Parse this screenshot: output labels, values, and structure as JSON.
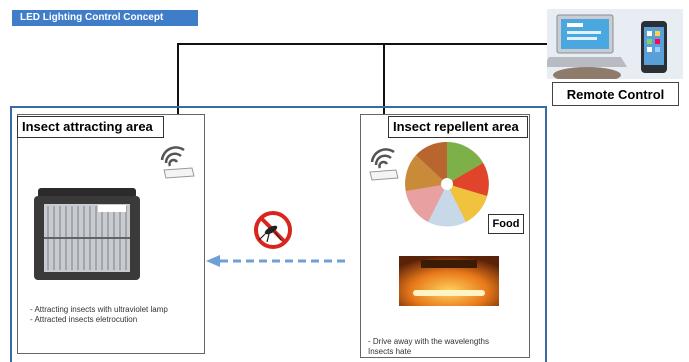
{
  "header": {
    "title": "LED Lighting Control Concept"
  },
  "remote": {
    "label": "Remote Control"
  },
  "attract_area": {
    "title": "Insect attracting area",
    "notes": [
      "- Attracting insects with ultraviolet lamp",
      "- Attracted insects eletrocution"
    ]
  },
  "repel_area": {
    "title": "Insect repellent area",
    "food_label": "Food",
    "notes": [
      "-  Drive away with the wavelengths",
      "Insects hate"
    ]
  },
  "icons": [
    "wifi-router-icon",
    "no-mosquito-icon",
    "laptop-icon",
    "smartphone-icon"
  ],
  "colors": {
    "accent": "#3f7dc9",
    "frame": "#3a6aa4",
    "arrow": "#6e9fd6",
    "prohibit": "#d9261c",
    "lamp": "#f39a1e"
  }
}
